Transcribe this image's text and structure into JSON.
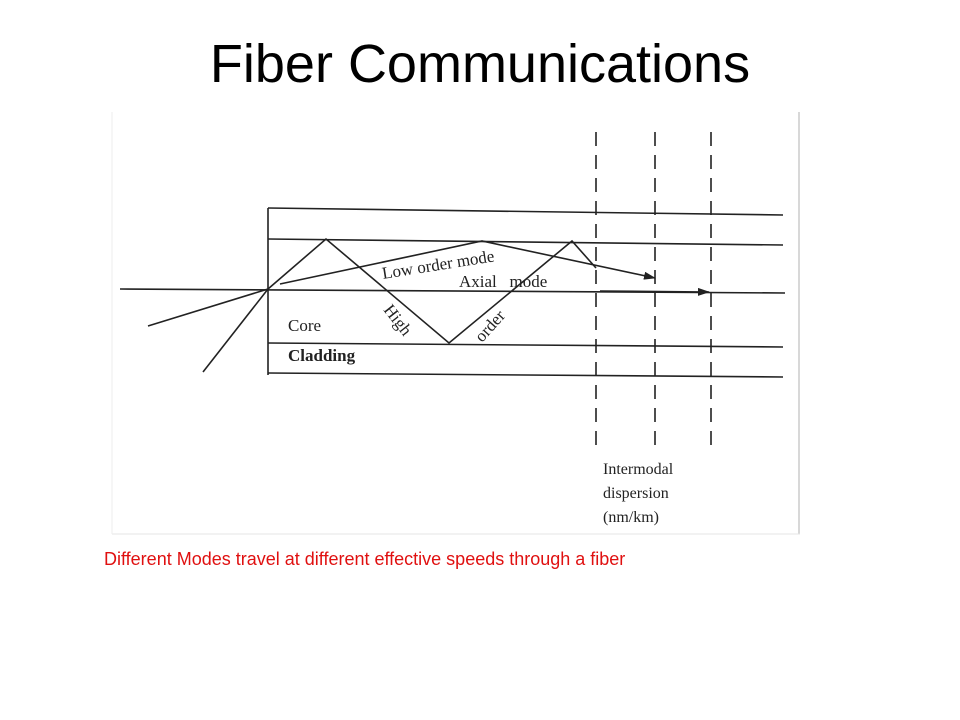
{
  "slide": {
    "title": "Fiber Communications",
    "caption": "Different Modes travel at different effective speeds through a fiber"
  },
  "diagram": {
    "labels": {
      "low_order_mode": "Low order mode",
      "axial_mode": "Axial   mode",
      "high": "High",
      "order": "order",
      "core": "Core",
      "cladding": "Cladding",
      "intermodal_line1": "Intermodal",
      "intermodal_line2": "dispersion",
      "intermodal_line3": "(nm/km)"
    }
  },
  "colors": {
    "title": "#000000",
    "caption": "#e01010",
    "ink": "#222222",
    "frame": "#cccccc"
  }
}
